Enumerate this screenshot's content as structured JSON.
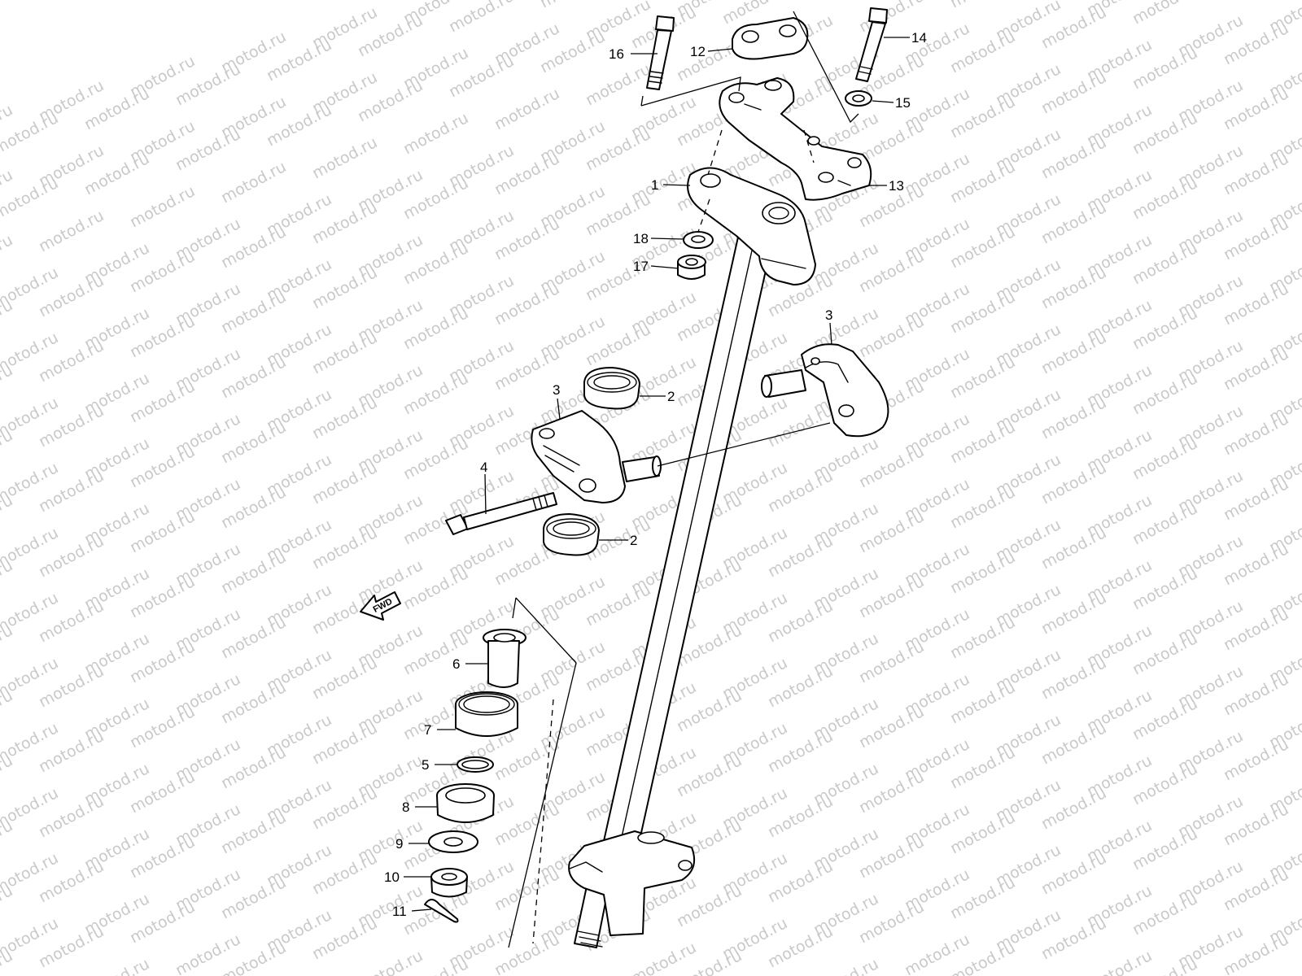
{
  "watermark": {
    "text": "motod.ru",
    "color": "#c9c9c9"
  },
  "fwd_arrow": {
    "label": "FWD"
  },
  "callouts": [
    {
      "id": "c1",
      "label": "1"
    },
    {
      "id": "c2a",
      "label": "2"
    },
    {
      "id": "c2b",
      "label": "2"
    },
    {
      "id": "c3a",
      "label": "3"
    },
    {
      "id": "c3b",
      "label": "3"
    },
    {
      "id": "c4",
      "label": "4"
    },
    {
      "id": "c5",
      "label": "5"
    },
    {
      "id": "c6",
      "label": "6"
    },
    {
      "id": "c7",
      "label": "7"
    },
    {
      "id": "c8",
      "label": "8"
    },
    {
      "id": "c9",
      "label": "9"
    },
    {
      "id": "c10",
      "label": "10"
    },
    {
      "id": "c11",
      "label": "11"
    },
    {
      "id": "c12",
      "label": "12"
    },
    {
      "id": "c13",
      "label": "13"
    },
    {
      "id": "c14",
      "label": "14"
    },
    {
      "id": "c15",
      "label": "15"
    },
    {
      "id": "c16",
      "label": "16"
    },
    {
      "id": "c17",
      "label": "17"
    },
    {
      "id": "c18",
      "label": "18"
    }
  ],
  "colors": {
    "line": "#000000",
    "background": "#ffffff"
  }
}
